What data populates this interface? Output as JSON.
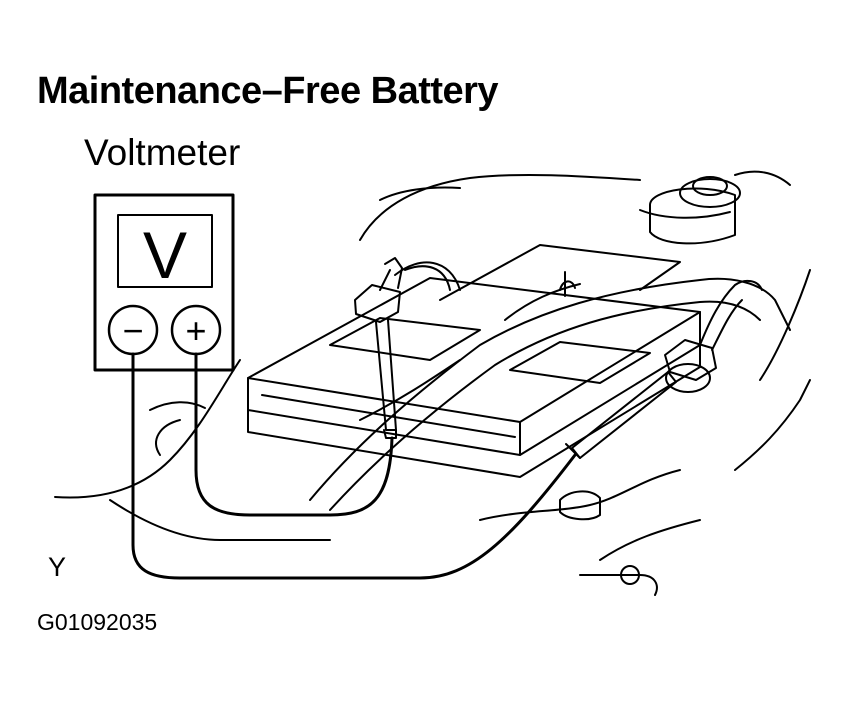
{
  "title": "Maintenance–Free Battery",
  "labels": {
    "voltmeter": "Voltmeter",
    "meter_symbol": "V",
    "negative_terminal": "−",
    "positive_terminal": "+",
    "corner_mark": "Y",
    "figure_code": "G01092035"
  },
  "colors": {
    "line": "#000000",
    "background": "#ffffff"
  }
}
